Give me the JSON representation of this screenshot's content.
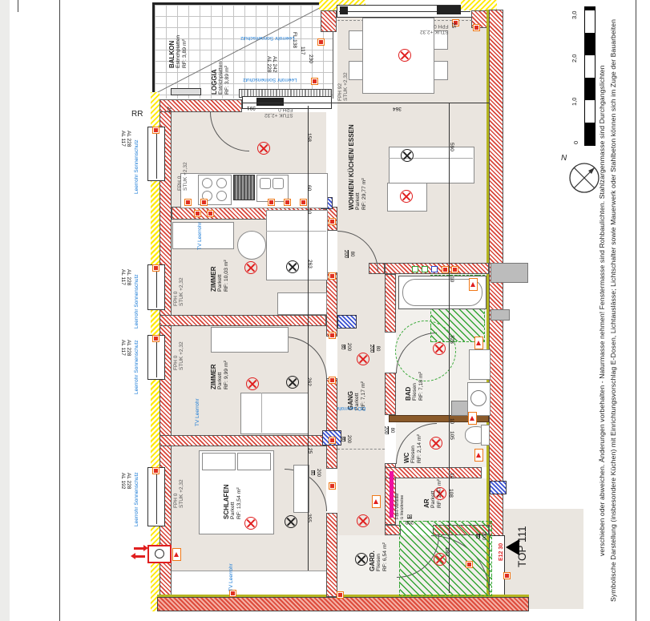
{
  "sheet": {
    "disclaimer_line1": "Symbolische Darstellung (insbesondere Küchen) mit Einrichtungsvorschlag E-Dosen, Lichtauslässe; Lichtschalter sowie Mauerwerk oder Stahlbeton können sich im Zuge der Bauarbeiten",
    "disclaimer_line2": "verschieben oder abweichen. Änderungen vorbehalten - Naturmasse nehmen! Fenstermasse sind Rohbaulichten. Stahlzargenmasse sind Durchgangslichten",
    "unit_label": "TOP 111",
    "entrance_code": "E12 30",
    "rr_label": "RR",
    "north_label": "N"
  },
  "scale_bar": {
    "ticks": [
      "0",
      "1,0",
      "2,0",
      "3,0"
    ]
  },
  "rooms": {
    "balkon": {
      "name": "BALKON",
      "finish": "Estrichplatten",
      "area": "RF: 3,89 m²"
    },
    "loggia": {
      "name": "LOGGIA",
      "finish": "Estrichplatten",
      "area": "RF: 3,89 m²"
    },
    "wohnen": {
      "name": "WOHNEN/ KÜCHEN/ ESSEN",
      "finish": "Parkett",
      "area": "RF: 29,77 m²"
    },
    "zimmer1": {
      "name": "ZIMMER",
      "finish": "Parkett",
      "area": "RF: 10,03 m²"
    },
    "zimmer2": {
      "name": "ZIMMER",
      "finish": "Parkett",
      "area": "RF: 9,99 m²"
    },
    "schlafen": {
      "name": "SCHLAFEN",
      "finish": "Parkett",
      "area": "RF: 13,54 m²"
    },
    "gang": {
      "name": "GANG",
      "finish": "Parkett",
      "area": "RF: 7,17 m²"
    },
    "bad": {
      "name": "BAD",
      "finish": "Fliesen",
      "area": "RF: 7,18 m²"
    },
    "wc": {
      "name": "WC",
      "finish": "Fliesen",
      "area": "RF: 2,14 m²"
    },
    "ar": {
      "name": "AR",
      "finish": "Parkett",
      "area": "RF: 2,47 m²"
    },
    "gard": {
      "name": "GARD.",
      "finish": "Fliesen",
      "area": "RF: 6,54 m²"
    }
  },
  "ceiling": {
    "fph0": "FPH 0",
    "stuk": "STUK +2,32",
    "fph92": "FPH 92"
  },
  "windows": {
    "al228": "AL 228",
    "al117": "AL 117",
    "al192": "AL 192",
    "al242": "AL 242",
    "fl138": "FL 138",
    "n230": "230",
    "n117": "117"
  },
  "annotations": {
    "leerrohr_sonnenschutz": "Leerrohr Sonnenschutz",
    "tv_leerrohr": "TV Leerrohr",
    "do_leerrohr": "DO Leerrohr",
    "fbh_line1": "FBH-Verteiler",
    "fbh_line2": "ü Heizkreise"
  },
  "dims": {
    "d25": "25",
    "d391": "391",
    "d158": "158",
    "d364": "364",
    "d590": "590",
    "d60": "60",
    "d10": "10",
    "d263": "263",
    "d262": "262",
    "d355": "355",
    "d328": "328",
    "d105": "105",
    "d108": "108",
    "d180": "180",
    "d80": "80",
    "d200": "200"
  }
}
